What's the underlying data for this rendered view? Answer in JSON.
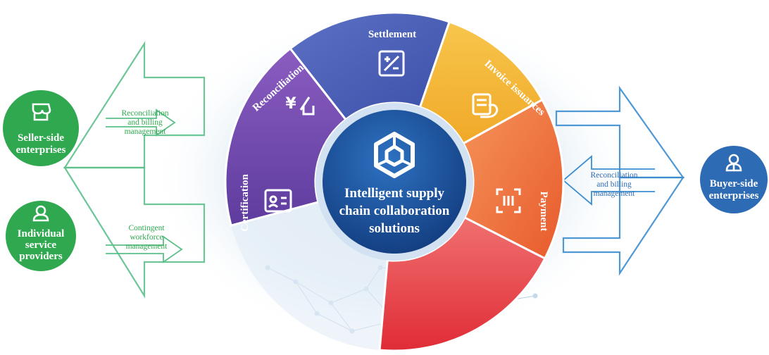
{
  "center": {
    "lines": [
      "Intelligent supply",
      "chain collaboration",
      "solutions"
    ],
    "icon": "cube-network-icon"
  },
  "segments": [
    {
      "key": "certification",
      "label": "Certification",
      "icon": "id-card-icon",
      "color": "#7a4fb0"
    },
    {
      "key": "reconciliation",
      "label": "Reconciliation",
      "icon": "yen-reconcile-icon",
      "color": "#4b61b8"
    },
    {
      "key": "settlement",
      "label": "Settlement",
      "icon": "plus-minus-icon",
      "color": "#f2b632"
    },
    {
      "key": "invoice",
      "label": "Invoice issuances",
      "icon": "invoice-hand-icon",
      "color": "#ef6f3c"
    },
    {
      "key": "payment",
      "label": "Payment",
      "icon": "scan-pay-icon",
      "color": "#e8404a"
    }
  ],
  "left_entities": [
    {
      "key": "seller",
      "lines": [
        "Seller-side",
        "enterprises"
      ],
      "icon": "store-icon",
      "color": "#2fa84f"
    },
    {
      "key": "individual",
      "lines": [
        "Individual",
        "service",
        "providers"
      ],
      "icon": "person-icon",
      "color": "#2fa84f"
    }
  ],
  "right_entity": {
    "key": "buyer",
    "lines": [
      "Buyer-side",
      "enterprises"
    ],
    "icon": "manager-icon",
    "color": "#2e6bb5"
  },
  "left_labels": [
    {
      "key": "recon-billing",
      "lines": [
        "Reconciliation",
        "and billing",
        "management"
      ]
    },
    {
      "key": "contingent",
      "lines": [
        "Contingent",
        "workforce",
        "management"
      ]
    }
  ],
  "right_label": {
    "key": "recon-billing-right",
    "lines": [
      "Reconciliation",
      "and billing",
      "management"
    ]
  },
  "colors": {
    "green_arrow": "#5cc08a",
    "blue_arrow": "#3b8dd0",
    "center": "#1d4c93"
  }
}
